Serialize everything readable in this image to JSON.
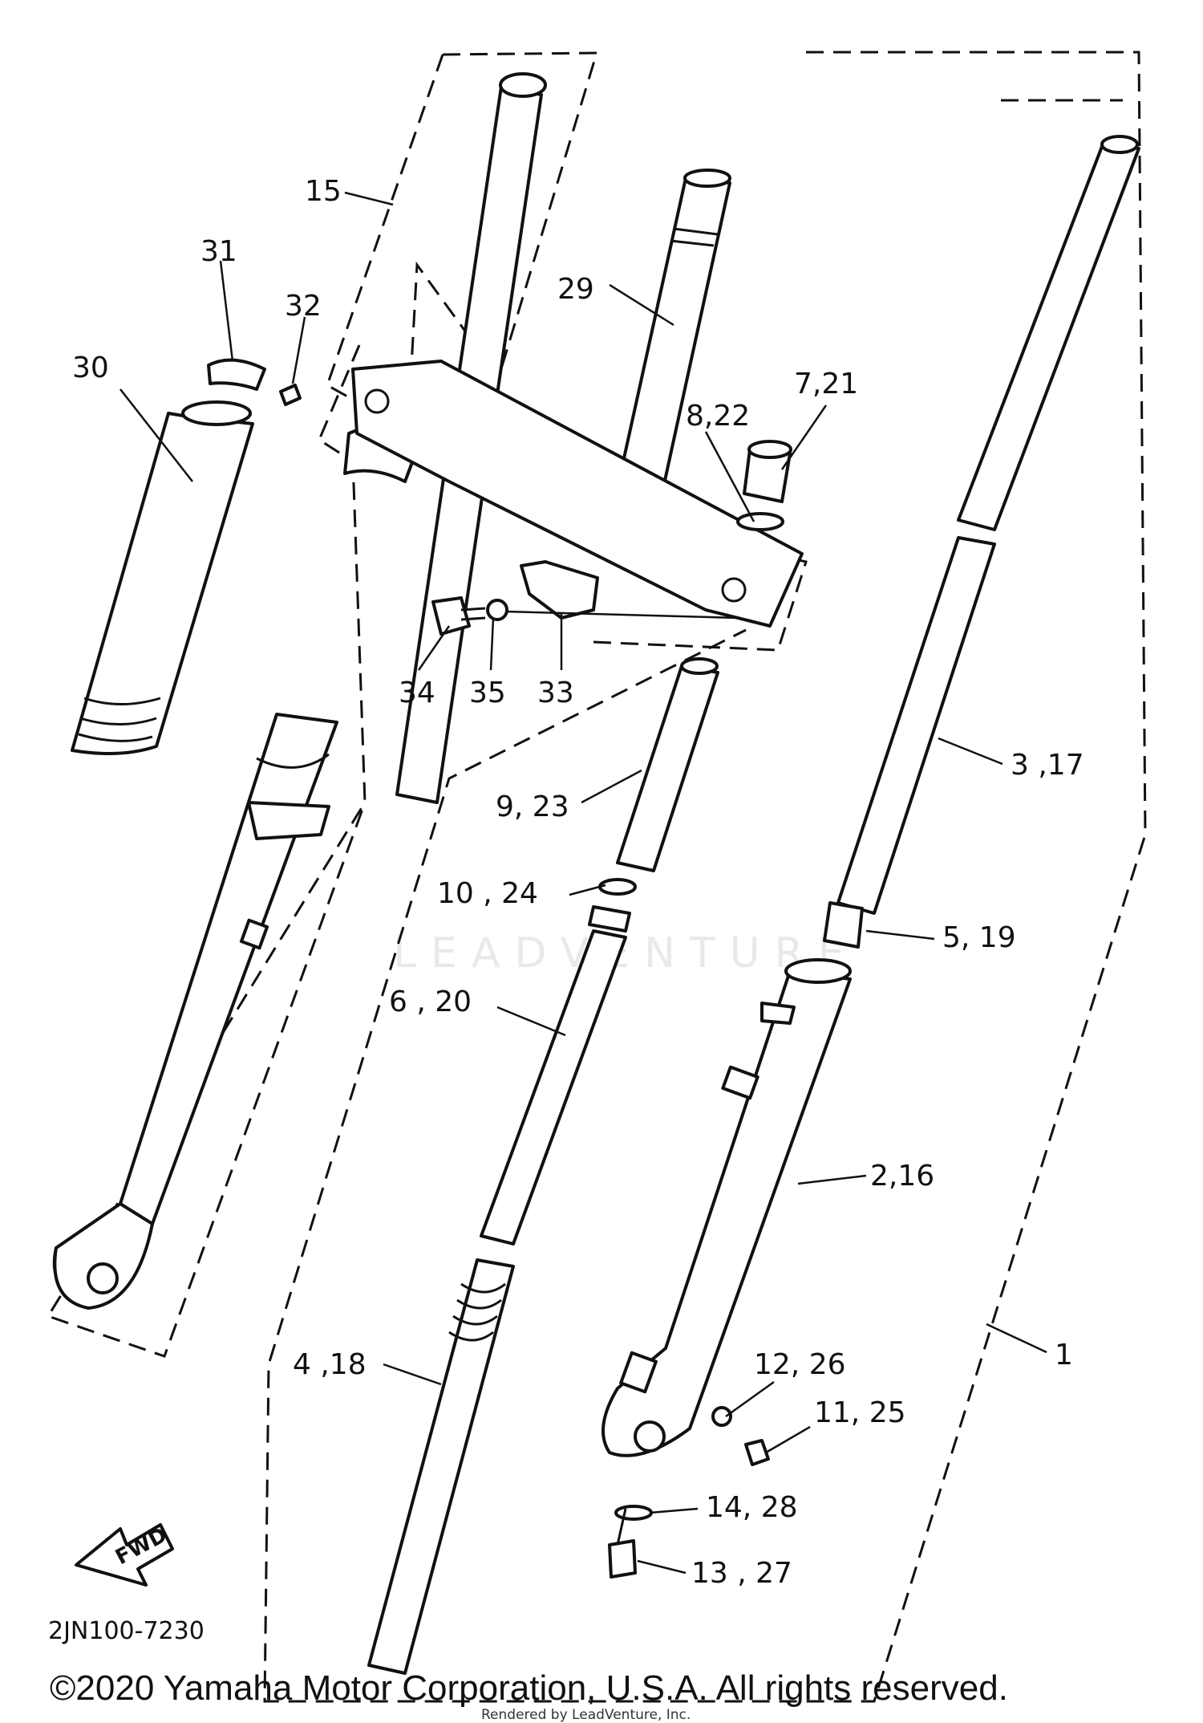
{
  "diagram": {
    "code": "2JN100-7230",
    "fwd_label": "FWD",
    "watermark": "LEADVENTURE",
    "copyright": "©2020 Yamaha Motor Corporation, U.S.A. All rights reserved.",
    "rendered_by": "Rendered by LeadVenture, Inc.",
    "callouts": [
      {
        "id": "15",
        "text": "15"
      },
      {
        "id": "31",
        "text": "31"
      },
      {
        "id": "32",
        "text": "32"
      },
      {
        "id": "30",
        "text": "30"
      },
      {
        "id": "29",
        "text": "29"
      },
      {
        "id": "7-21",
        "text": "7,21"
      },
      {
        "id": "8-22",
        "text": "8,22"
      },
      {
        "id": "34",
        "text": "34"
      },
      {
        "id": "35",
        "text": "35"
      },
      {
        "id": "33",
        "text": "33"
      },
      {
        "id": "3-17",
        "text": "3 ,17"
      },
      {
        "id": "9-23",
        "text": "9, 23"
      },
      {
        "id": "10-24",
        "text": "10 , 24"
      },
      {
        "id": "5-19",
        "text": "5, 19"
      },
      {
        "id": "6-20",
        "text": "6 , 20"
      },
      {
        "id": "2-16",
        "text": "2,16"
      },
      {
        "id": "1",
        "text": "1"
      },
      {
        "id": "4-18",
        "text": "4 ,18"
      },
      {
        "id": "12-26",
        "text": "12, 26"
      },
      {
        "id": "11-25",
        "text": "11, 25"
      },
      {
        "id": "14-28",
        "text": "14, 28"
      },
      {
        "id": "13-27",
        "text": "13 , 27"
      }
    ]
  }
}
